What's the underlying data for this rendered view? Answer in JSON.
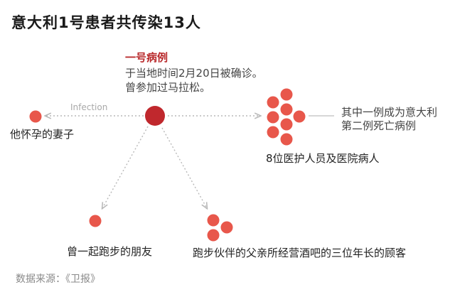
{
  "title": "意大利1号患者共传染13人",
  "patient_zero": {
    "heading": "一号病例",
    "line1": "于当地时间2月20日被确诊。",
    "line2": "曾参加过马拉松。"
  },
  "edges": {
    "infection_label": "Infection"
  },
  "groups": {
    "wife": {
      "label": "他怀孕的妻子",
      "count": 1
    },
    "medical": {
      "label": "8位医护人员及医院病人",
      "count": 8,
      "note_line1": "其中一例成为意大利",
      "note_line2": "第二例死亡病例"
    },
    "friend": {
      "label": "曾一起跑步的朋友",
      "count": 1
    },
    "bar": {
      "label": "跑步伙伴的父亲所经营酒吧的三位年长的顾客",
      "count": 3
    }
  },
  "source": "数据来源：《卫报》",
  "colors": {
    "patient_zero": "#c0282d",
    "infected": "#e8574b",
    "arrow": "#b9b9b9",
    "heading": "#b8282a"
  }
}
